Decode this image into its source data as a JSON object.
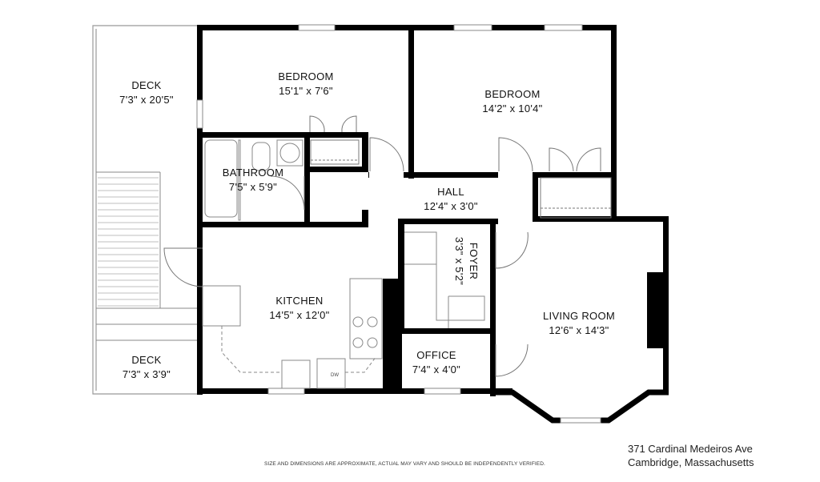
{
  "rooms": [
    {
      "name": "DECK",
      "size": "7'3\" x 20'5\""
    },
    {
      "name": "BEDROOM",
      "size": "15'1\" x 7'6\""
    },
    {
      "name": "BEDROOM",
      "size": "14'2\" x 10'4\""
    },
    {
      "name": "BATHROOM",
      "size": "7'5\" x 5'9\""
    },
    {
      "name": "HALL",
      "size": "12'4\" x 3'0\""
    },
    {
      "name": "FOYER",
      "size": "3'3\" x 5'2\""
    },
    {
      "name": "KITCHEN",
      "size": "14'5\" x 12'0\""
    },
    {
      "name": "LIVING ROOM",
      "size": "12'6\" x 14'3\""
    },
    {
      "name": "DECK",
      "size": "7'3\" x 3'9\""
    },
    {
      "name": "OFFICE",
      "size": "7'4\" x 4'0\""
    }
  ],
  "appliance_label": "DW",
  "disclaimer": "SIZE AND DIMENSIONS ARE APPROXIMATE, ACTUAL MAY VARY AND SHOULD BE INDEPENDENTLY VERIFIED.",
  "address": {
    "line1": "371 Cardinal Medeiros Ave",
    "line2": "Cambridge, Massachusetts"
  }
}
